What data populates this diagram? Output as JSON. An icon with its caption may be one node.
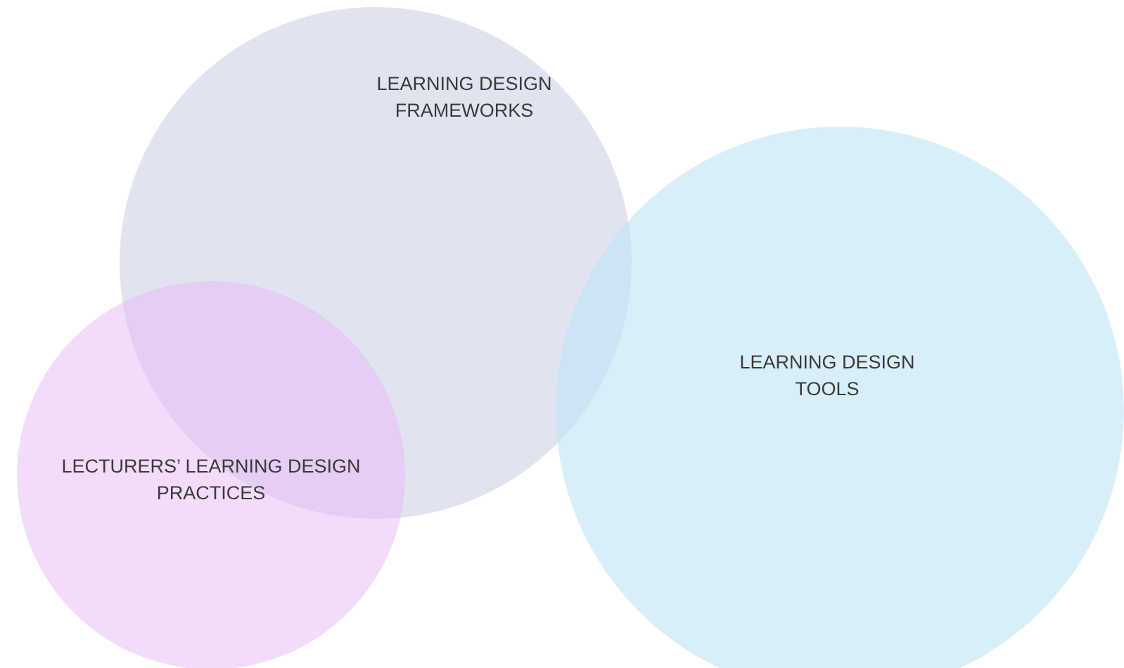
{
  "diagram": {
    "nodes": [
      {
        "text": [
          "LEARNING DESIGN FRAMEWORKS"
        ]
      },
      {
        "text": [
          "LEARNING DESIGN TOOLS"
        ]
      },
      {
        "text": [
          "LECTURERS’ LEARNING DESIGN PRACTICES"
        ]
      }
    ]
  }
}
